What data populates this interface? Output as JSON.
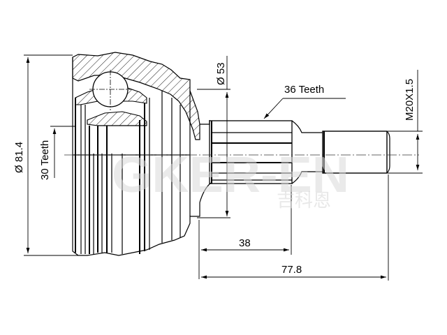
{
  "drawing": {
    "subject": "CV joint outer (technical drawing)",
    "dimensions": {
      "outer_diameter": "Ø 81.4",
      "inner_teeth": "30 Teeth",
      "seal_diameter": "Ø 53",
      "outer_teeth": "36 Teeth",
      "thread": "M20X1.5",
      "spline_length": "38",
      "overall_length": "77.8"
    },
    "watermark": {
      "latin": "GKER-EN",
      "chinese": "吉科恩"
    }
  }
}
